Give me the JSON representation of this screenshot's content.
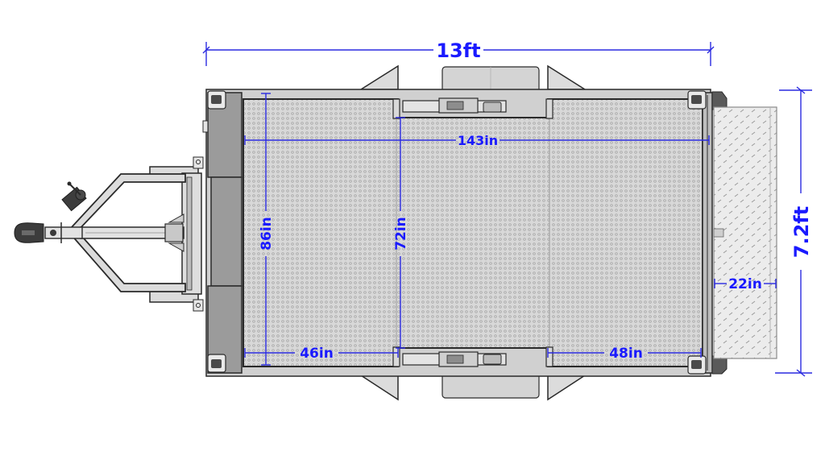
{
  "colors": {
    "dimension": "#2222ee",
    "deck": "#d6d6d6",
    "deck_dot": "#a9a9a9",
    "frame_outline": "#2a2a2a",
    "frame_fill": "#cfcfcf",
    "dark_panel": "#9b9b9b",
    "ramp_fill": "#ebebeb",
    "fender": "#d2d2d2",
    "background": "#ffffff"
  },
  "dimensions": {
    "overall_length": {
      "label": "13ft"
    },
    "overall_width": {
      "label": "7.2ft"
    },
    "deck_length": {
      "label": "143in"
    },
    "deck_width": {
      "label": "86in"
    },
    "between_fenders_width": {
      "label": "72in"
    },
    "front_section_length": {
      "label": "46in"
    },
    "rear_section_length": {
      "label": "48in"
    },
    "ramp_length": {
      "label": "22in"
    }
  },
  "components": {
    "tongue": "a-frame-tongue",
    "coupler": "hitch-coupler",
    "jack": "tongue-jack",
    "deck": "perforated-deck",
    "fenders": [
      "fender-top",
      "fender-bottom"
    ],
    "ramp": "diamond-plate-ramp"
  }
}
